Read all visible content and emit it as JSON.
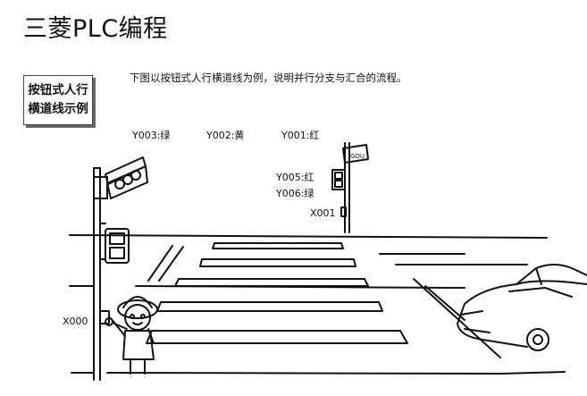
{
  "header": {
    "title": "三菱PLC编程"
  },
  "sidebar_box": {
    "line1": "按钮式人行",
    "line2": "横道线示例"
  },
  "intro_text": "下图以按钮式人行横道线为例，说明并行分支与汇合的流程。",
  "signals": {
    "y003": "Y003:绿",
    "y002": "Y002:黄",
    "y001": "Y001:红",
    "y005": "Y005:红",
    "y006": "Y006:绿",
    "x001": "X001",
    "x000": "X000"
  },
  "colors": {
    "line": "#111111",
    "background": "#ffffff"
  },
  "icons": [
    "traffic-light-icon",
    "pedestrian-signal-icon",
    "push-button-icon",
    "child-pedestrian-icon",
    "car-icon"
  ]
}
